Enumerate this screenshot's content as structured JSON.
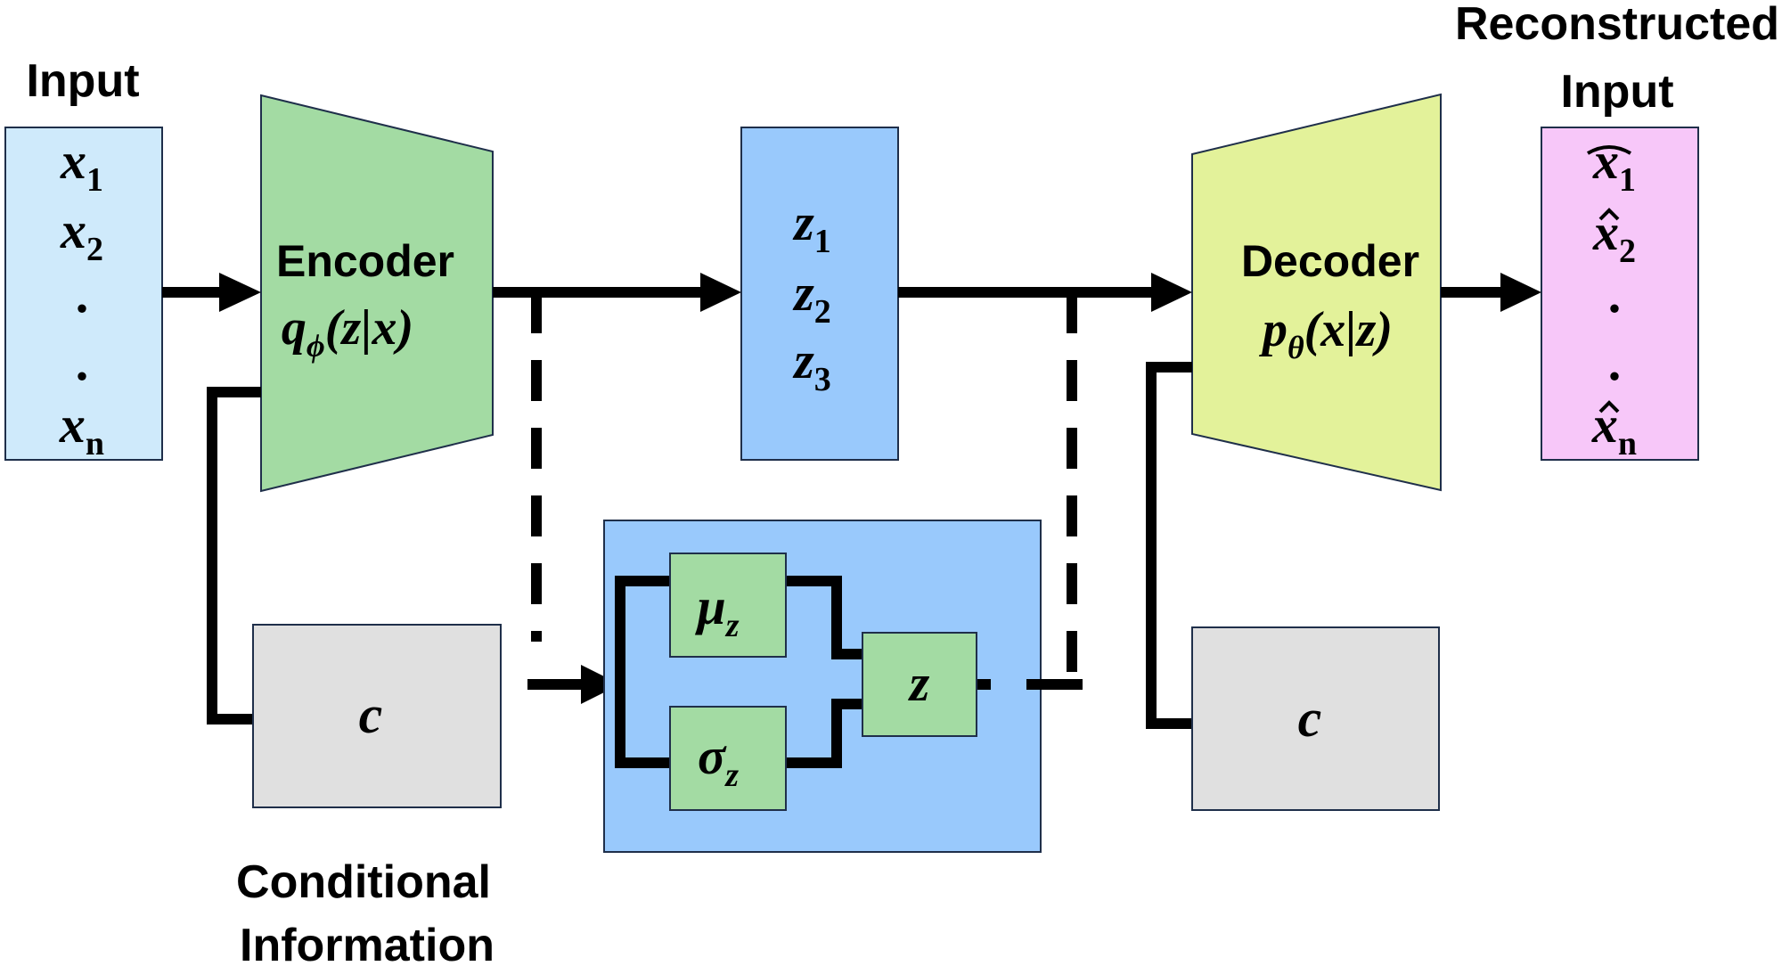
{
  "labels": {
    "input": "Input",
    "reconstructed_line1": "Reconstructed",
    "reconstructed_line2": "Input",
    "encoder": "Encoder",
    "decoder": "Decoder",
    "conditional_line1": "Conditional",
    "conditional_line2": "Information"
  },
  "input_items": [
    {
      "base": "x",
      "sub": "1"
    },
    {
      "base": "x",
      "sub": "2"
    },
    {
      "base": ".",
      "sub": ""
    },
    {
      "base": ".",
      "sub": ""
    },
    {
      "base": "x",
      "sub": "n"
    }
  ],
  "encoder_formula": {
    "q": "q",
    "sub": "ϕ",
    "args": "(z|x)"
  },
  "decoder_formula": {
    "p": "p",
    "sub": "θ",
    "args": "(x|z)"
  },
  "latent_items": [
    {
      "base": "z",
      "sub": "1"
    },
    {
      "base": "z",
      "sub": "2"
    },
    {
      "base": "z",
      "sub": "3"
    }
  ],
  "output_items": [
    {
      "base": "x",
      "sub": "1"
    },
    {
      "base": "x",
      "sub": "2"
    },
    {
      "base": ".",
      "sub": ""
    },
    {
      "base": ".",
      "sub": ""
    },
    {
      "base": "x",
      "sub": "n"
    }
  ],
  "sampling": {
    "mu": "μ",
    "mu_sub": "z",
    "sigma": "σ",
    "sigma_sub": "z",
    "z": "z"
  },
  "condition_left": "c",
  "condition_right": "c",
  "colors": {
    "input_box": "#cfeafb",
    "encoder": "#a3dba3",
    "latent_box": "#99c9fc",
    "decoder": "#e3f29a",
    "output_box": "#f7c7f9",
    "condition_box": "#e0e0e0",
    "sampling_panel": "#99c9fc",
    "sampling_node": "#a3dba3"
  }
}
